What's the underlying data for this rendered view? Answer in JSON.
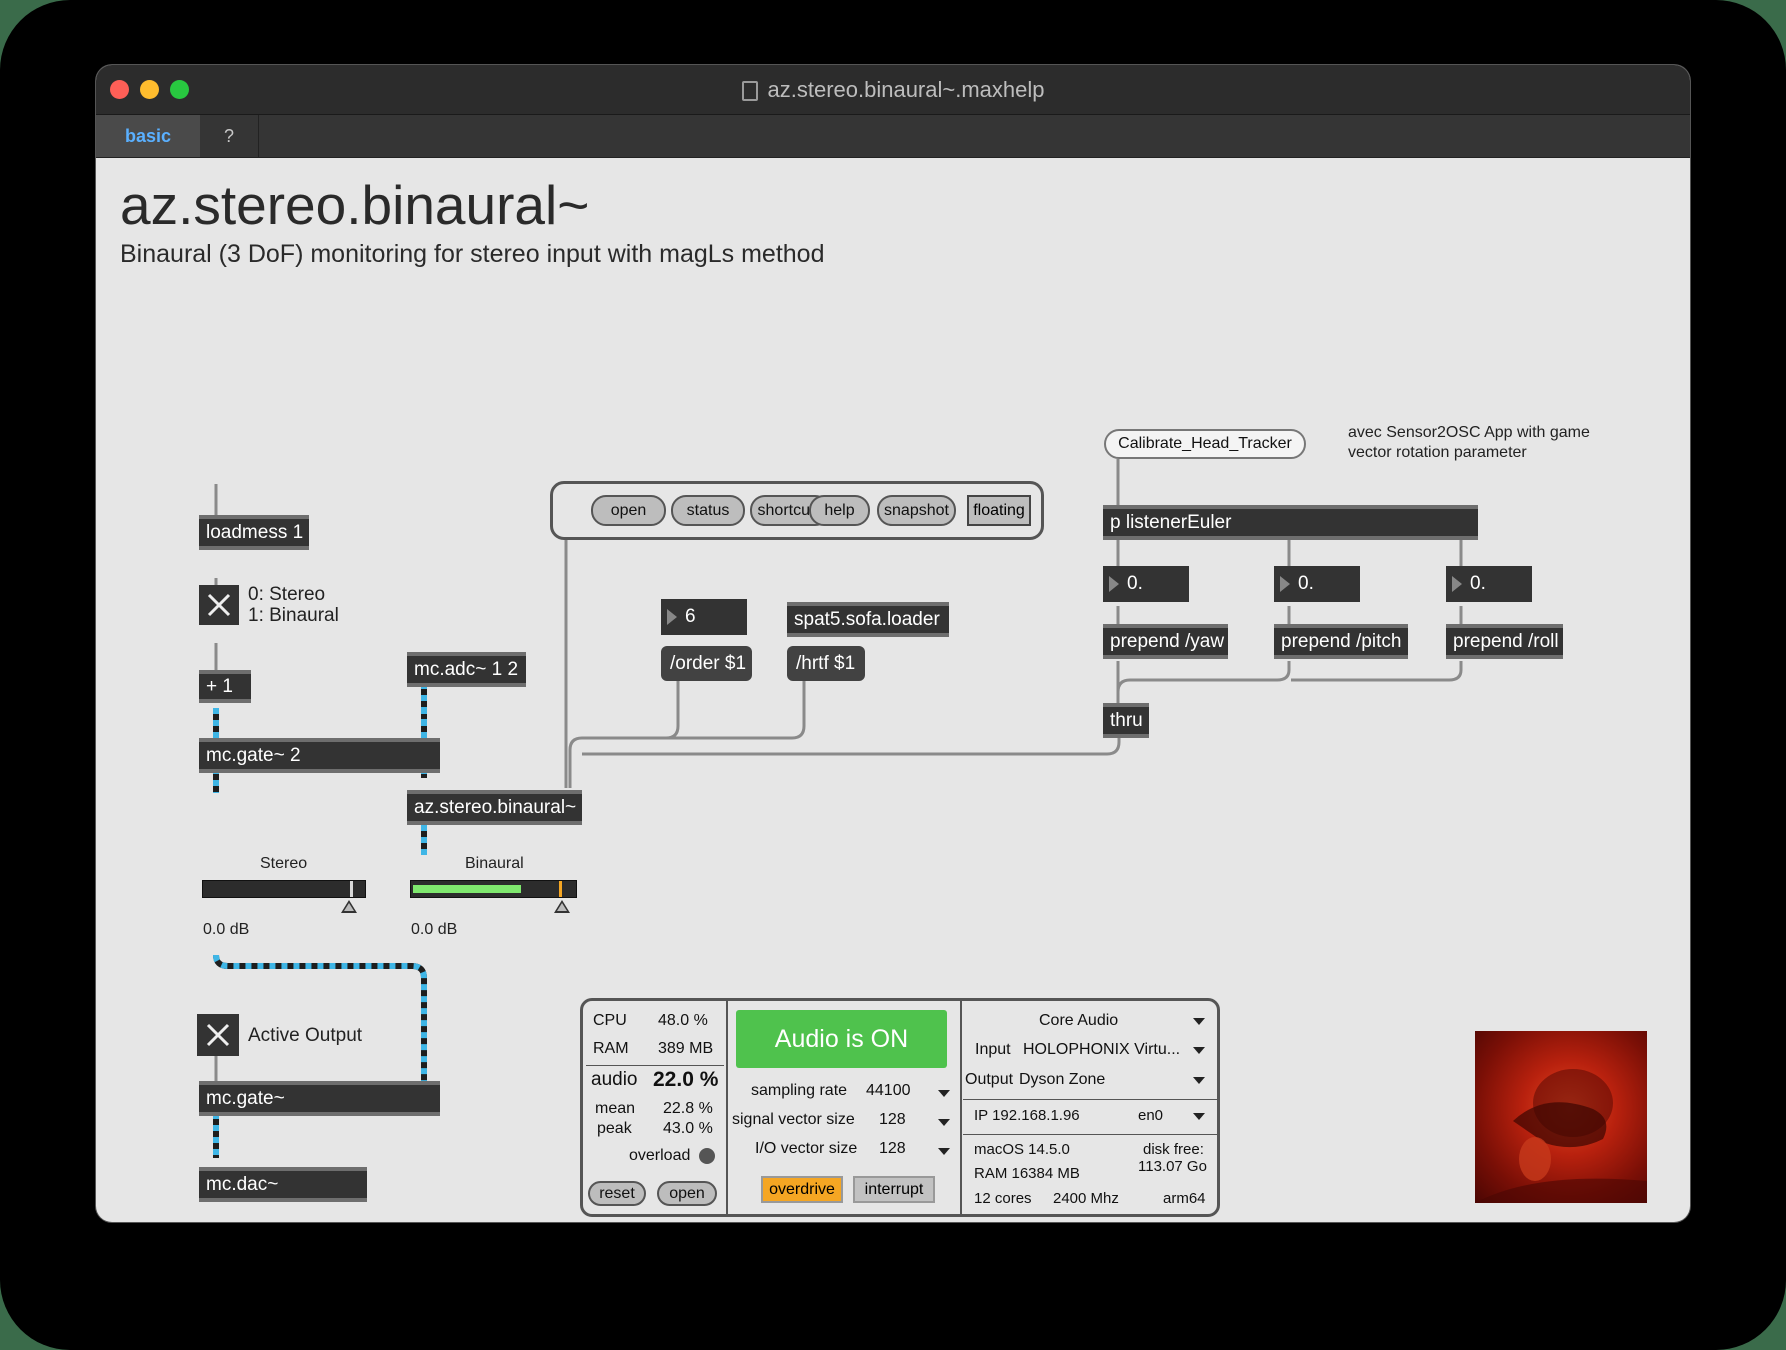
{
  "window": {
    "title": "az.stereo.binaural~.maxhelp"
  },
  "tabs": [
    {
      "label": "basic"
    },
    {
      "label": "?"
    }
  ],
  "header": {
    "title": "az.stereo.binaural~",
    "subtitle": "Binaural (3 DoF) monitoring for stereo input with magLs method"
  },
  "objects": {
    "loadmess": "loadmess 1",
    "plus": "+ 1",
    "adc": "mc.adc~ 1 2",
    "gate2": "mc.gate~ 2",
    "binaural": "az.stereo.binaural~",
    "sofa": "spat5.sofa.loader",
    "listener": "p listenerEuler",
    "prepend_yaw": "prepend /yaw",
    "prepend_pitch": "prepend /pitch",
    "prepend_roll": "prepend /roll",
    "thru": "thru",
    "gate": "mc.gate~",
    "dac": "mc.dac~"
  },
  "messages": {
    "order": "/order $1",
    "hrtf": "/hrtf $1",
    "calibrate": "Calibrate_Head_Tracker"
  },
  "numbers": {
    "order": "6",
    "yaw": "0.",
    "pitch": "0.",
    "roll": "0."
  },
  "comments": {
    "mode_stereo": "0: Stereo",
    "mode_binaural": "1: Binaural",
    "sensor_line1": "avec Sensor2OSC App with game",
    "sensor_line2": "vector rotation parameter",
    "active_output": "Active Output"
  },
  "bpatcher_buttons": [
    {
      "label": "open"
    },
    {
      "label": "status"
    },
    {
      "label": "shortcuts"
    },
    {
      "label": "help"
    },
    {
      "label": "snapshot"
    },
    {
      "label": "floating"
    }
  ],
  "meters": {
    "stereo": {
      "label": "Stereo",
      "db": "0.0 dB",
      "level": 0.0
    },
    "binaural": {
      "label": "Binaural",
      "db": "0.0 dB",
      "level": 0.66
    }
  },
  "toggles": {
    "mode": true,
    "active_output": true
  },
  "audio_status": {
    "cpu_label": "CPU",
    "cpu": "48.0 %",
    "ram_label": "RAM",
    "ram": "389 MB",
    "audio_label": "audio",
    "audio": "22.0 %",
    "mean_label": "mean",
    "mean": "22.8 %",
    "peak_label": "peak",
    "peak": "43.0 %",
    "overload_label": "overload",
    "reset": "reset",
    "open": "open",
    "audio_on": "Audio is ON",
    "sr_label": "sampling rate",
    "sr": "44100",
    "svs_label": "signal vector size",
    "svs": "128",
    "io_label": "I/O vector size",
    "io": "128",
    "overdrive": "overdrive",
    "interrupt": "interrupt",
    "driver": "Core Audio",
    "input_label": "Input",
    "input": "HOLOPHONIX Virtu...",
    "output_label": "Output",
    "output": "Dyson Zone",
    "ip": "IP 192.168.1.96",
    "iface": "en0",
    "os": "macOS 14.5.0",
    "disk_label": "disk free:",
    "sys_ram": "RAM 16384 MB",
    "disk": "113.07 Go",
    "cores": "12 cores",
    "mhz": "2400 Mhz",
    "arch": "arm64"
  },
  "colors": {
    "patch_cord_signal": "#3fb6e6",
    "audio_on_bg": "#4fc24d",
    "overdrive_bg": "#f5a623",
    "meter_fill": "#7fe86e",
    "tab_active_text": "#5ab0ff"
  }
}
